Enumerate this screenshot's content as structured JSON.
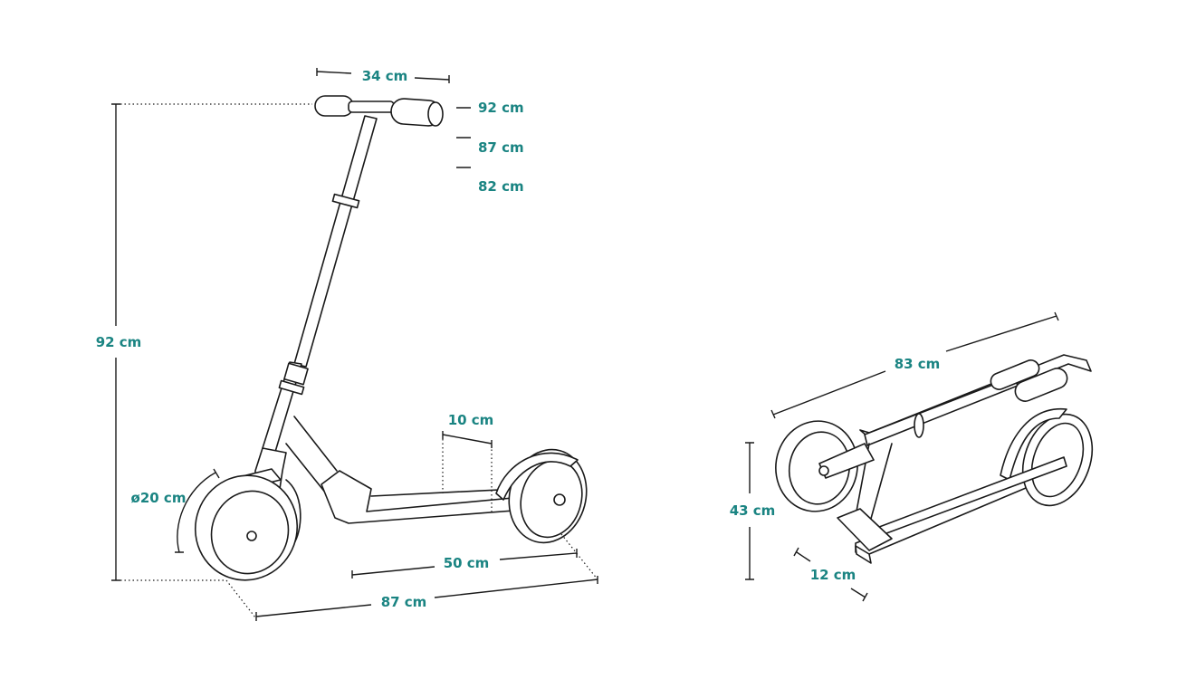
{
  "accent_color": "#1a8482",
  "unfolded": {
    "handlebar_width": "34 cm",
    "height_options": [
      "92 cm",
      "87 cm",
      "82 cm"
    ],
    "total_height": "92 cm",
    "wheel_diameter": "ø20 cm",
    "deck_width": "10 cm",
    "deck_length": "50 cm",
    "total_length": "87 cm"
  },
  "folded": {
    "length": "83 cm",
    "height": "43 cm",
    "width": "12 cm"
  }
}
